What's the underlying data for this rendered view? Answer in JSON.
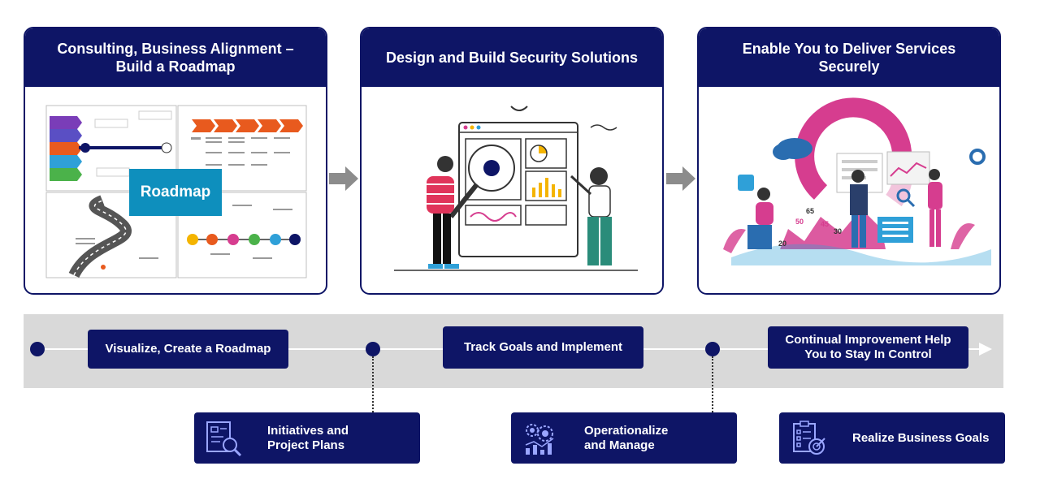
{
  "cards": [
    {
      "title": "Consulting, Business Alignment – Build a Roadmap",
      "overlay_label": "Roadmap"
    },
    {
      "title": "Design and Build Security Solutions"
    },
    {
      "title": "Enable You to Deliver Services Securely",
      "chart_labels": [
        "50",
        "65",
        "45",
        "30",
        "20"
      ]
    }
  ],
  "timeline": {
    "steps": [
      {
        "label": "Visualize, Create a Roadmap"
      },
      {
        "label": "Track Goals and Implement"
      },
      {
        "label": "Continual Improvement Help You to Stay In Control"
      }
    ]
  },
  "outcomes": [
    {
      "label": "Initiatives and Project Plans",
      "icon": "document-search-icon"
    },
    {
      "label": "Operationalize and Manage",
      "icon": "gears-chart-icon"
    },
    {
      "label": "Realize Business Goals",
      "icon": "checklist-target-icon"
    }
  ],
  "colors": {
    "navy": "#0e1566",
    "band": "#d9d9d9",
    "accent_blue": "#0e8fbd",
    "pink": "#d63d8f"
  }
}
